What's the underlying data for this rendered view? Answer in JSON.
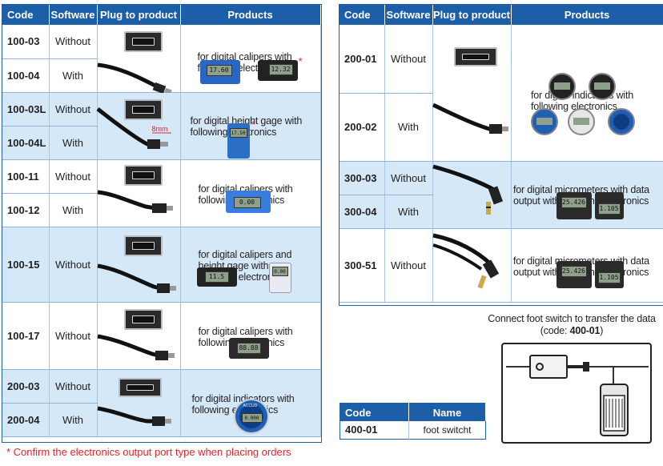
{
  "left_table": {
    "headers": [
      "Code",
      "Software",
      "Plug to product",
      "Products"
    ],
    "rows": [
      {
        "code": "100-03",
        "software": "Without"
      },
      {
        "code": "100-04",
        "software": "With"
      },
      {
        "code": "100-03L",
        "software": "Without"
      },
      {
        "code": "100-04L",
        "software": "With"
      },
      {
        "code": "100-11",
        "software": "Without"
      },
      {
        "code": "100-12",
        "software": "With"
      },
      {
        "code": "100-15",
        "software": "Without"
      },
      {
        "code": "100-17",
        "software": "Without"
      },
      {
        "code": "200-03",
        "software": "Without"
      },
      {
        "code": "200-04",
        "software": "With"
      }
    ],
    "products": [
      "for digital calipers with following electronics",
      "for digital height gage with following electronics",
      "for digital calipers with following electronics",
      "for digital calipers and height gage with following electronics",
      "for digital calipers with following electronics",
      "for digital indicators with following electronics"
    ],
    "dimension_label": "8mm",
    "star": "*",
    "readouts": [
      "17.60",
      "12.32",
      "17.50",
      "0.00",
      "11.5",
      "0.00",
      "88.88",
      "0.000"
    ]
  },
  "right_table": {
    "headers": [
      "Code",
      "Software",
      "Plug to product",
      "Products"
    ],
    "rows": [
      {
        "code": "200-01",
        "software": "Without"
      },
      {
        "code": "200-02",
        "software": "With"
      },
      {
        "code": "300-03",
        "software": "Without"
      },
      {
        "code": "300-04",
        "software": "With"
      },
      {
        "code": "300-51",
        "software": "Without"
      }
    ],
    "products": [
      "for digital indicators with following electronics",
      "for digital micrometers with data output with following electronics",
      "for digital micrometers with data output with following electronics"
    ],
    "readouts": [
      "25.426",
      "1.105",
      "25.426",
      "1.105"
    ]
  },
  "brand_label": "ACCUD",
  "foot_switch": {
    "caption": "Connect foot switch to transfer the data",
    "code_prefix": "(code: ",
    "code": "400-01",
    "code_suffix": ")"
  },
  "small_table": {
    "headers": [
      "Code",
      "Name"
    ],
    "row": {
      "code": "400-01",
      "name": "foot switcht"
    }
  },
  "footnote": "* Confirm the electronics output port type when placing orders",
  "colors": {
    "header": "#1c5ea8",
    "row_blue": "#d4e8f8",
    "footnote": "#e0272e"
  }
}
